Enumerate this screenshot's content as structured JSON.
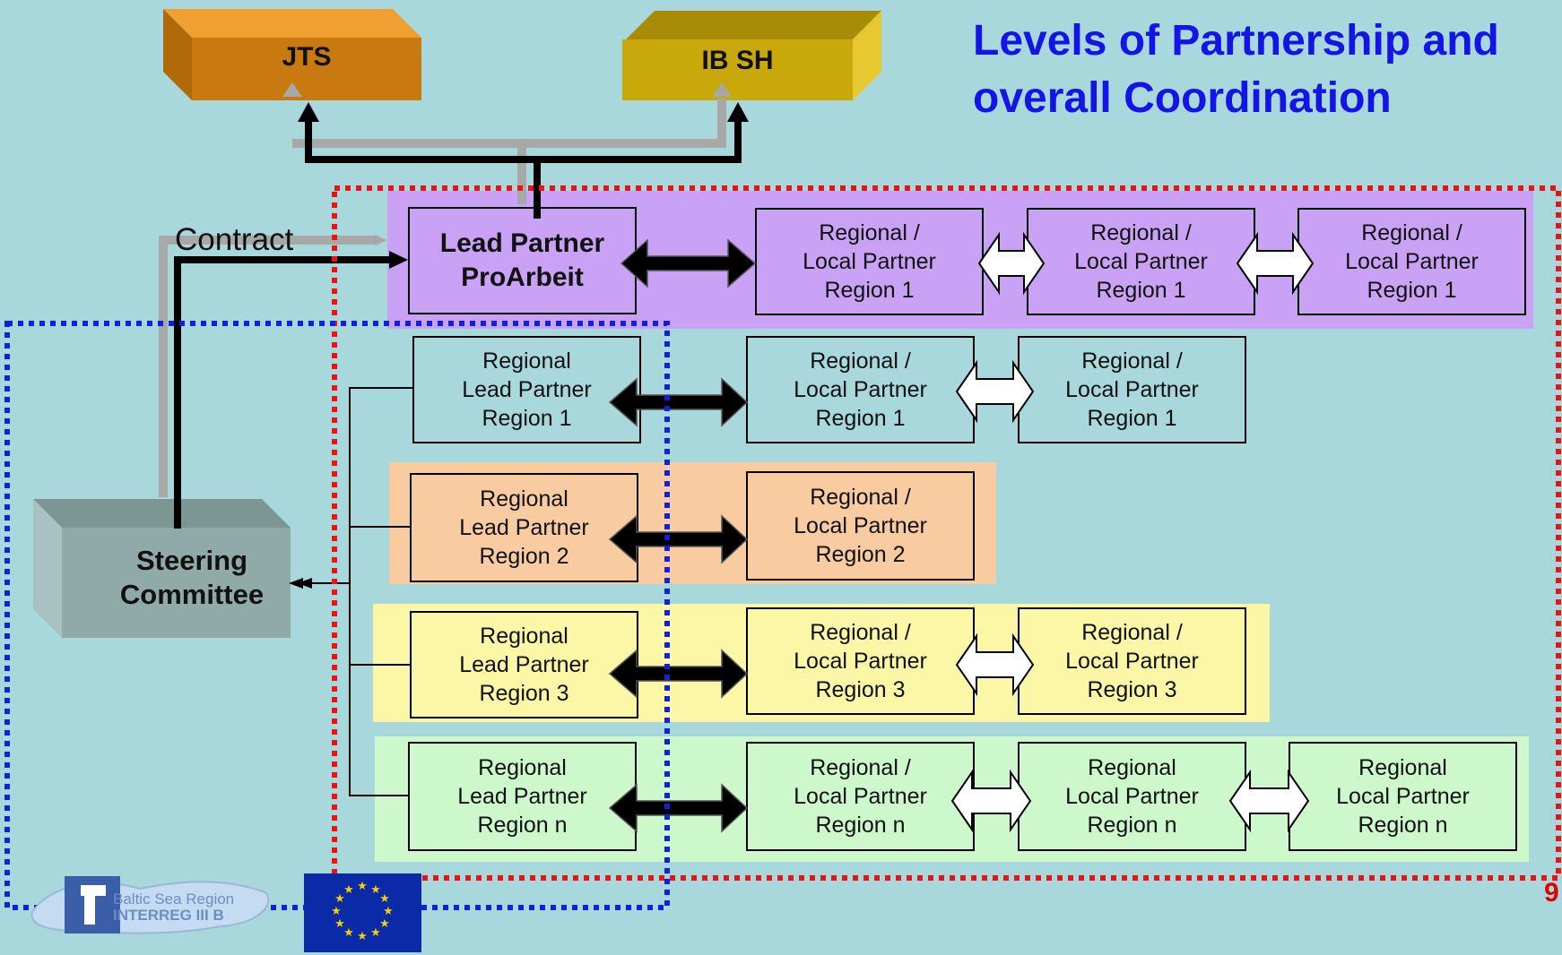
{
  "title": "Levels of Partnership and overall Coordination",
  "blocks": {
    "jts": "JTS",
    "ibsh": "IB SH",
    "steering": "Steering\nCommittee"
  },
  "contract_label": "Contract",
  "lead_partner": "Lead Partner\nProArbeit",
  "rows": {
    "r0": [
      "Regional /\nLocal Partner\nRegion 1",
      "Regional /\nLocal Partner\nRegion 1",
      "Regional /\nLocal Partner\nRegion 1"
    ],
    "r1": [
      "Regional\nLead Partner\nRegion 1",
      "Regional /\nLocal Partner\nRegion 1",
      "Regional /\nLocal Partner\nRegion 1"
    ],
    "r2": [
      "Regional\nLead Partner\nRegion 2",
      "Regional /\nLocal Partner\nRegion 2"
    ],
    "r3": [
      "Regional\nLead Partner\nRegion 3",
      "Regional /\nLocal Partner\nRegion 3",
      "Regional /\nLocal Partner\nRegion 3"
    ],
    "r4": [
      "Regional\nLead Partner\nRegion n",
      "Regional /\nLocal Partner\nRegion n",
      "Regional\nLocal Partner\nRegion n",
      "Regional\nLocal Partner\nRegion n"
    ]
  },
  "logo_text": [
    "Baltic Sea Region",
    "INTERREG III B"
  ],
  "page_number": "9",
  "colors": {
    "background": "#a8d8dc",
    "title": "#1414e6",
    "lead_band": "#c9a2f5",
    "region2_band": "#f8cba0",
    "region3_band": "#fbf7a6",
    "regionn_band": "#ccf8cc",
    "jts": "#d8860a",
    "ibsh": "#d8b00a",
    "steering": "#8faaa8",
    "red_dotted": "#ee1111",
    "blue_dotted": "#1020e0"
  }
}
